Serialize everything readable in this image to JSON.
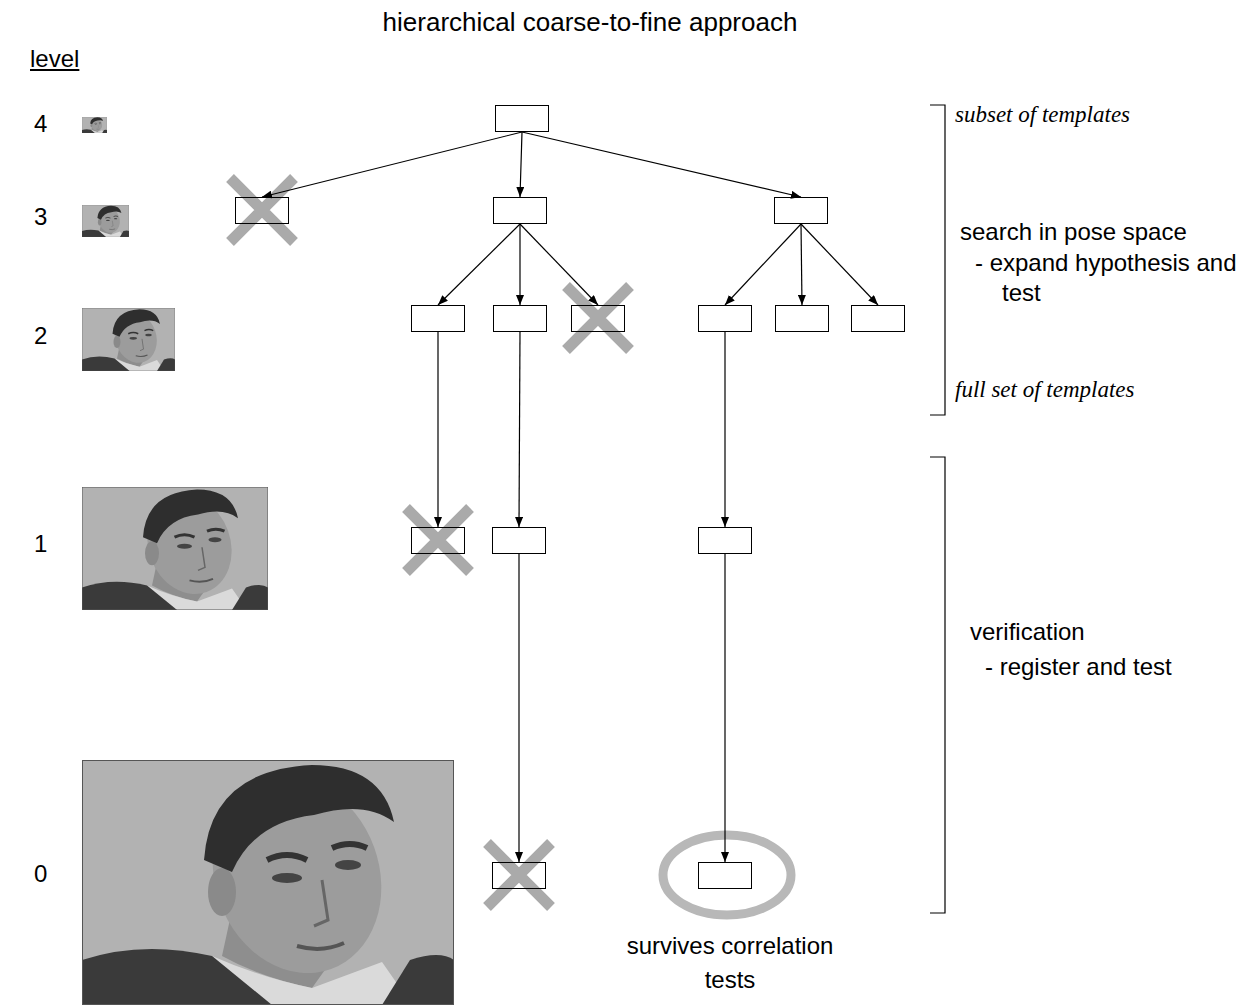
{
  "diagram": {
    "title": "hierarchical coarse-to-fine approach",
    "nodes": [
      {
        "text": []
      },
      {
        "text": []
      },
      {
        "text": []
      },
      {
        "text": []
      },
      {
        "text": []
      },
      {
        "text": []
      },
      {
        "text": []
      },
      {
        "text": []
      },
      {
        "text": []
      },
      {
        "text": []
      },
      {
        "text": []
      },
      {
        "text": []
      },
      {
        "text": []
      },
      {
        "text": []
      },
      {
        "text": []
      }
    ],
    "edges": [
      {
        "from": 0,
        "to": 1,
        "arrow": "to"
      },
      {
        "from": 0,
        "to": 2,
        "arrow": "to"
      },
      {
        "from": 0,
        "to": 3,
        "arrow": "to"
      },
      {
        "from": 2,
        "to": 4,
        "arrow": "to"
      },
      {
        "from": 2,
        "to": 5,
        "arrow": "to"
      },
      {
        "from": 2,
        "to": 6,
        "arrow": "to"
      },
      {
        "from": 3,
        "to": 7,
        "arrow": "to"
      },
      {
        "from": 3,
        "to": 8,
        "arrow": "to"
      },
      {
        "from": 3,
        "to": 9,
        "arrow": "to"
      },
      {
        "from": 4,
        "to": 10,
        "arrow": "to"
      },
      {
        "from": 5,
        "to": 11,
        "arrow": "to"
      },
      {
        "from": 7,
        "to": 12,
        "arrow": "to"
      },
      {
        "from": 11,
        "to": 13,
        "arrow": "to"
      },
      {
        "from": 12,
        "to": 14,
        "arrow": "to"
      }
    ],
    "labels": [
      "level",
      "4",
      "3",
      "2",
      "1",
      "0",
      "subset of templates",
      "search in pose space",
      "- expand hypothesis and test",
      "full set of templates",
      "verification",
      "- register and test",
      "survives correlation tests"
    ]
  }
}
